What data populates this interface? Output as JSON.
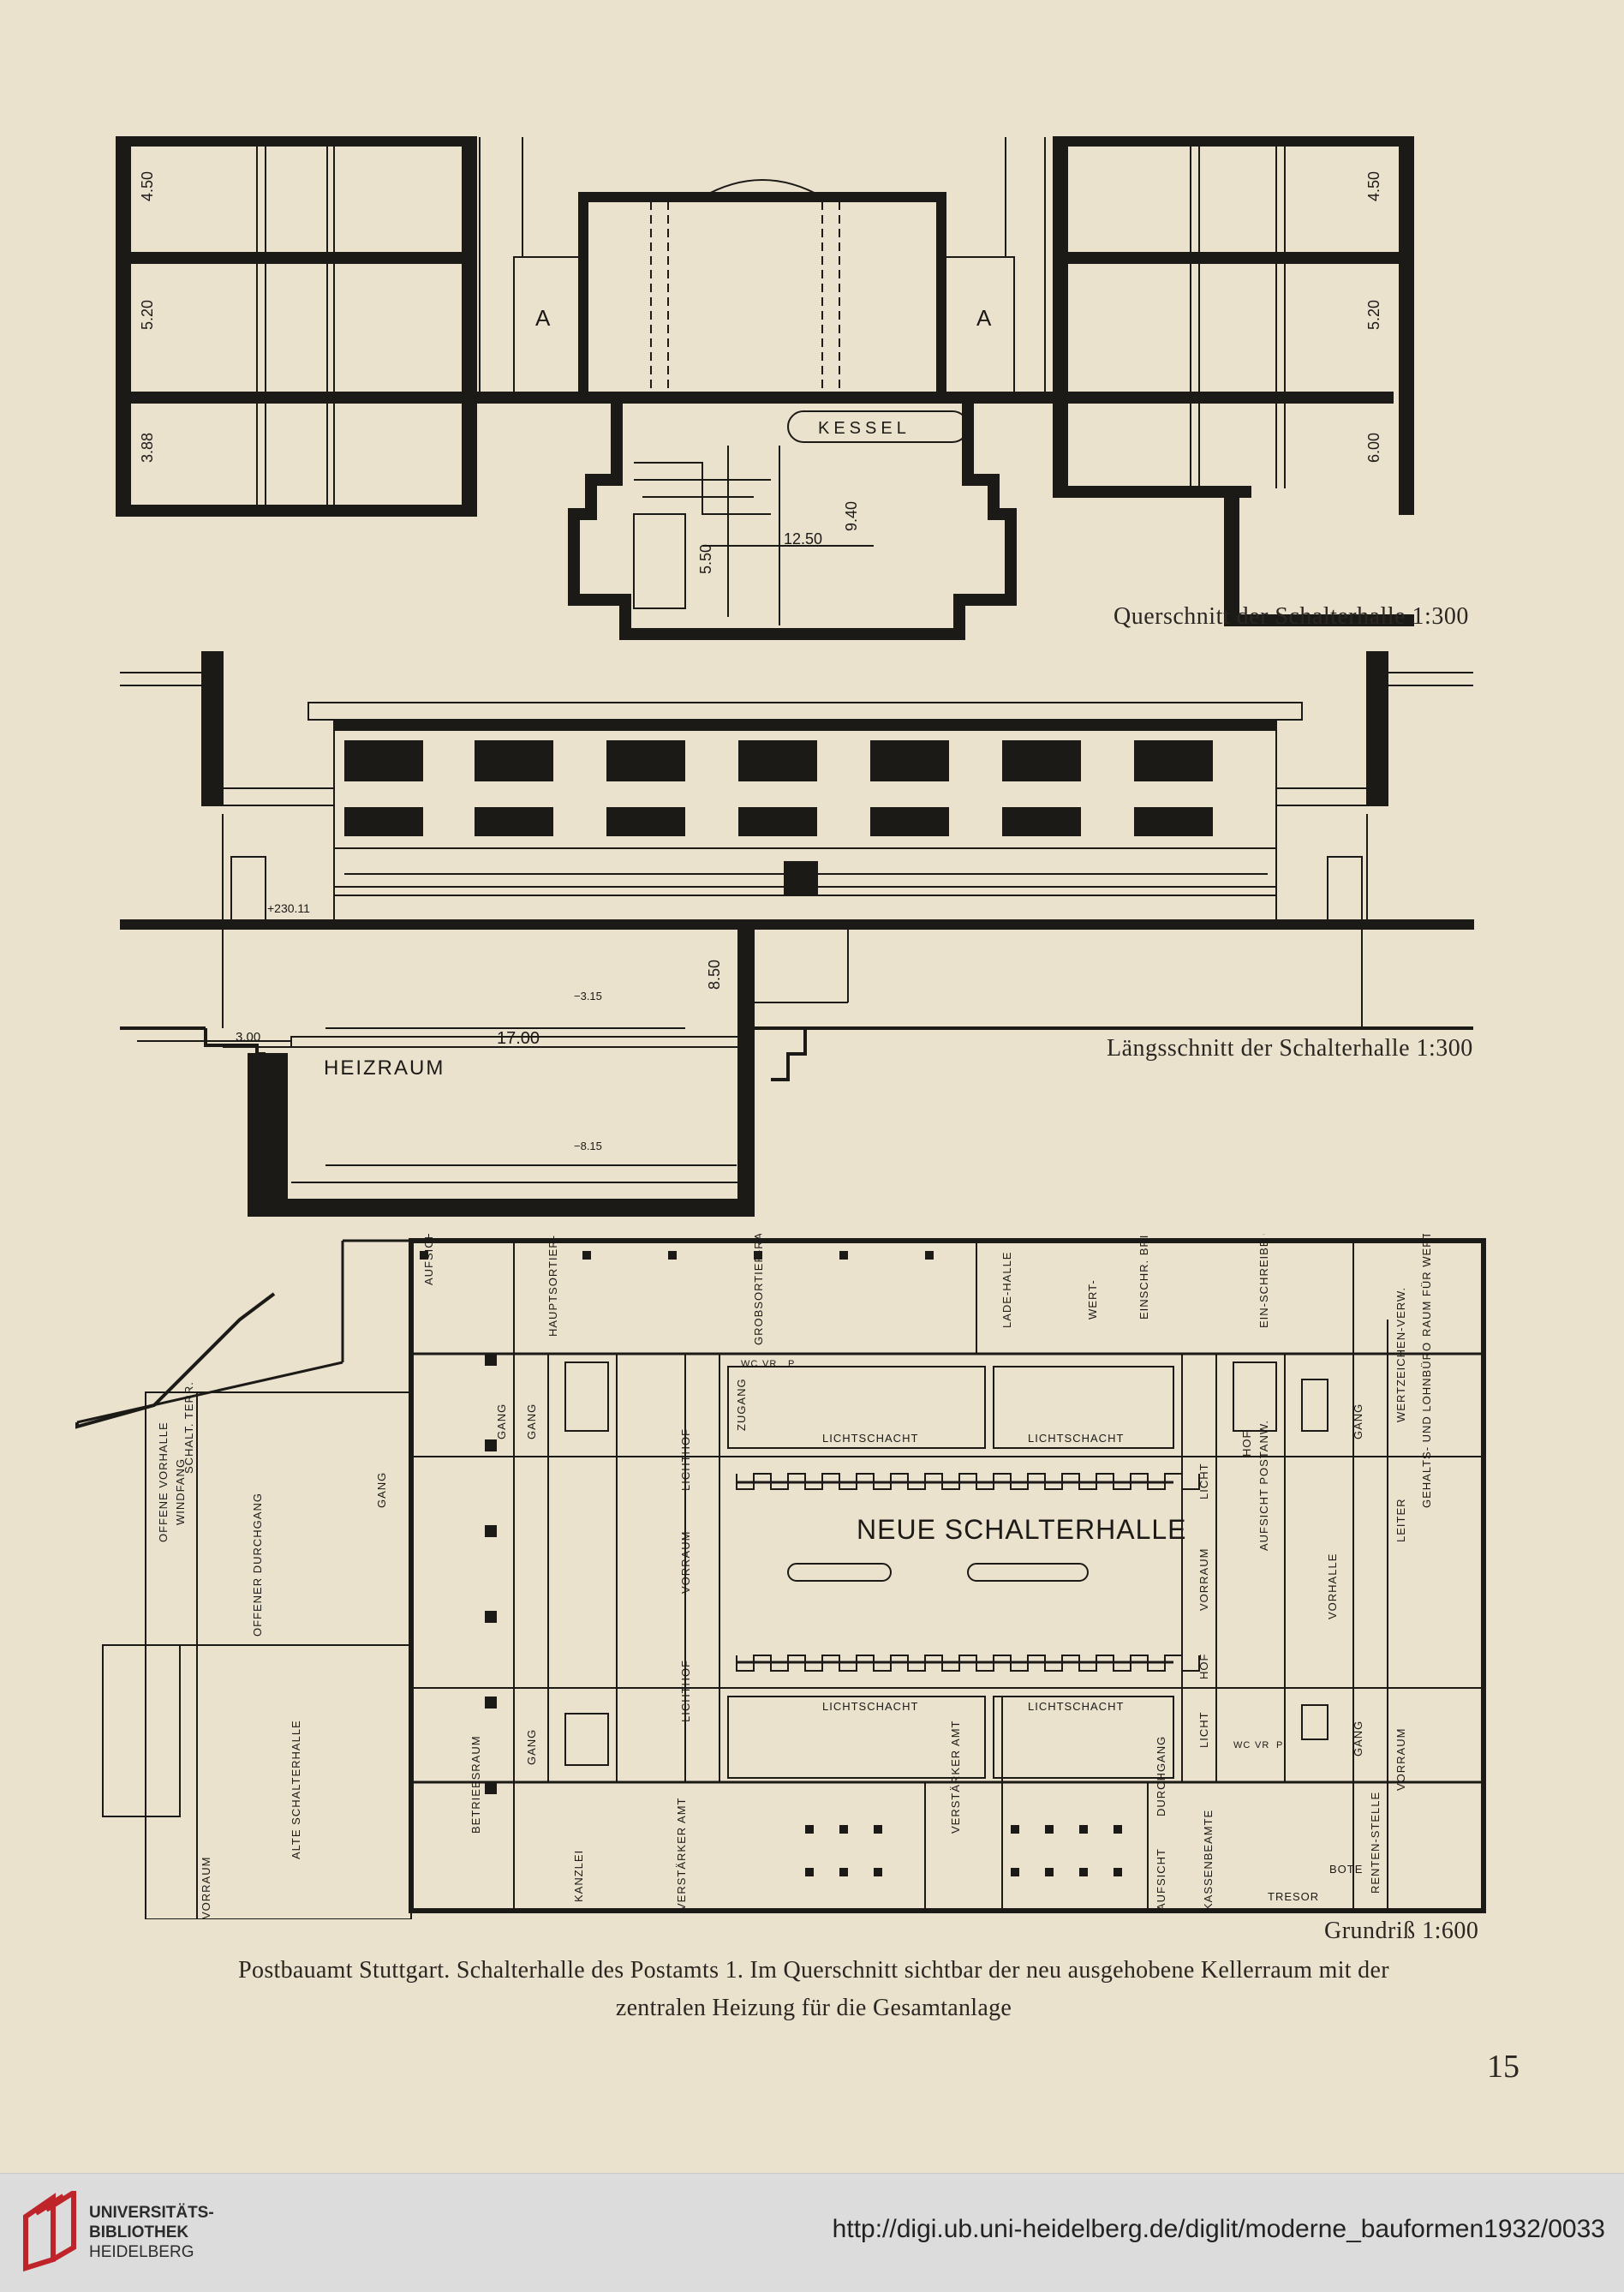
{
  "section": {
    "dims": [
      "4.50",
      "5.20",
      "3.88",
      "4.50",
      "5.20",
      "6.00",
      "9.40",
      "5.50",
      "12.50"
    ],
    "label_a_left": "A",
    "label_a_right": "A",
    "kessel": "KESSEL",
    "caption": "Querschnitt der Schalterhalle 1:300"
  },
  "longitudinal": {
    "level_floor": "+230.11",
    "dim_height": "8.50",
    "dim_left": "3.00",
    "dim_width": "17.00",
    "level_top": "−3.15",
    "level_bottom": "−8.15",
    "heizraum": "HEIZRAUM",
    "caption": "Längsschnitt der Schalterhalle 1:300"
  },
  "plan": {
    "hall_title": "NEUE SCHALTERHALLE",
    "labels": {
      "aufsicht_top": "AUFSICHT",
      "hauptsortier": "HAUPTSORTIER-DIENST",
      "grobsortier": "GROBSORTIER-RAUM",
      "ladehalle": "LADE-HALLE",
      "wert": "WERT-",
      "einschr": "EINSCHR. BRIEFE",
      "ein_schreibe": "EIN-SCHREIBE CABINETT",
      "raum_fuer_wertzeich": "RAUM FÜR WERTZEICH.",
      "wertzeichen_verw": "WERTZEICHEN-VERW.",
      "gehalts": "GEHALTS- UND LOHNBÜRO",
      "leiter": "LEITER",
      "gang": "GANG",
      "zugang": "ZUGANG",
      "lichtschacht": "LICHTSCHACHT",
      "lichthof": "LICHTHOF",
      "licht": "LICHT",
      "hof": "HOF",
      "vorraum": "VORRAUM",
      "vorhalle": "VORHALLE",
      "aufsicht_postanw": "AUFSICHT POSTANW.",
      "offene_vorhalle": "OFFENE VORHALLE",
      "schalterr": "SCHALT. TERR.",
      "windfang": "WINDFANG",
      "offener_durchgang": "OFFENER DURCHGANG",
      "alte_schalterhalle": "ALTE SCHALTERHALLE",
      "betriebsraum": "BETRIEBSRAUM",
      "kanzlei": "KANZLEI",
      "verstaerker_amt": "VERSTÄRKER AMT",
      "durchgang": "DURCHGANG",
      "aufsicht_bottom": "AUFSICHT",
      "kassenbeamte": "KASSENBEAMTE",
      "tresor": "TRESOR",
      "bote": "BOTE",
      "rentenstelle": "RENTEN-STELLE",
      "wc": "WC",
      "vr": "VR",
      "p": "P"
    },
    "caption": "Grundriß 1:600"
  },
  "main_caption_lines": [
    "Postbauamt Stuttgart. Schalterhalle des Postamts 1. Im Querschnitt sichtbar der neu ausgehobene Kellerraum mit der",
    "zentralen Heizung für die Gesamtanlage"
  ],
  "page_number": "15",
  "footer": {
    "logo_lines": [
      "UNIVERSITÄTS-",
      "BIBLIOTHEK",
      "HEIDELBERG"
    ],
    "url": "http://digi.ub.uni-heidelberg.de/diglit/moderne_bauformen1932/0033"
  },
  "colors": {
    "paper": "#ebe2cd",
    "ink": "#1c1a17",
    "footer": "#dcdcdc",
    "logo_red": "#c0242b"
  }
}
